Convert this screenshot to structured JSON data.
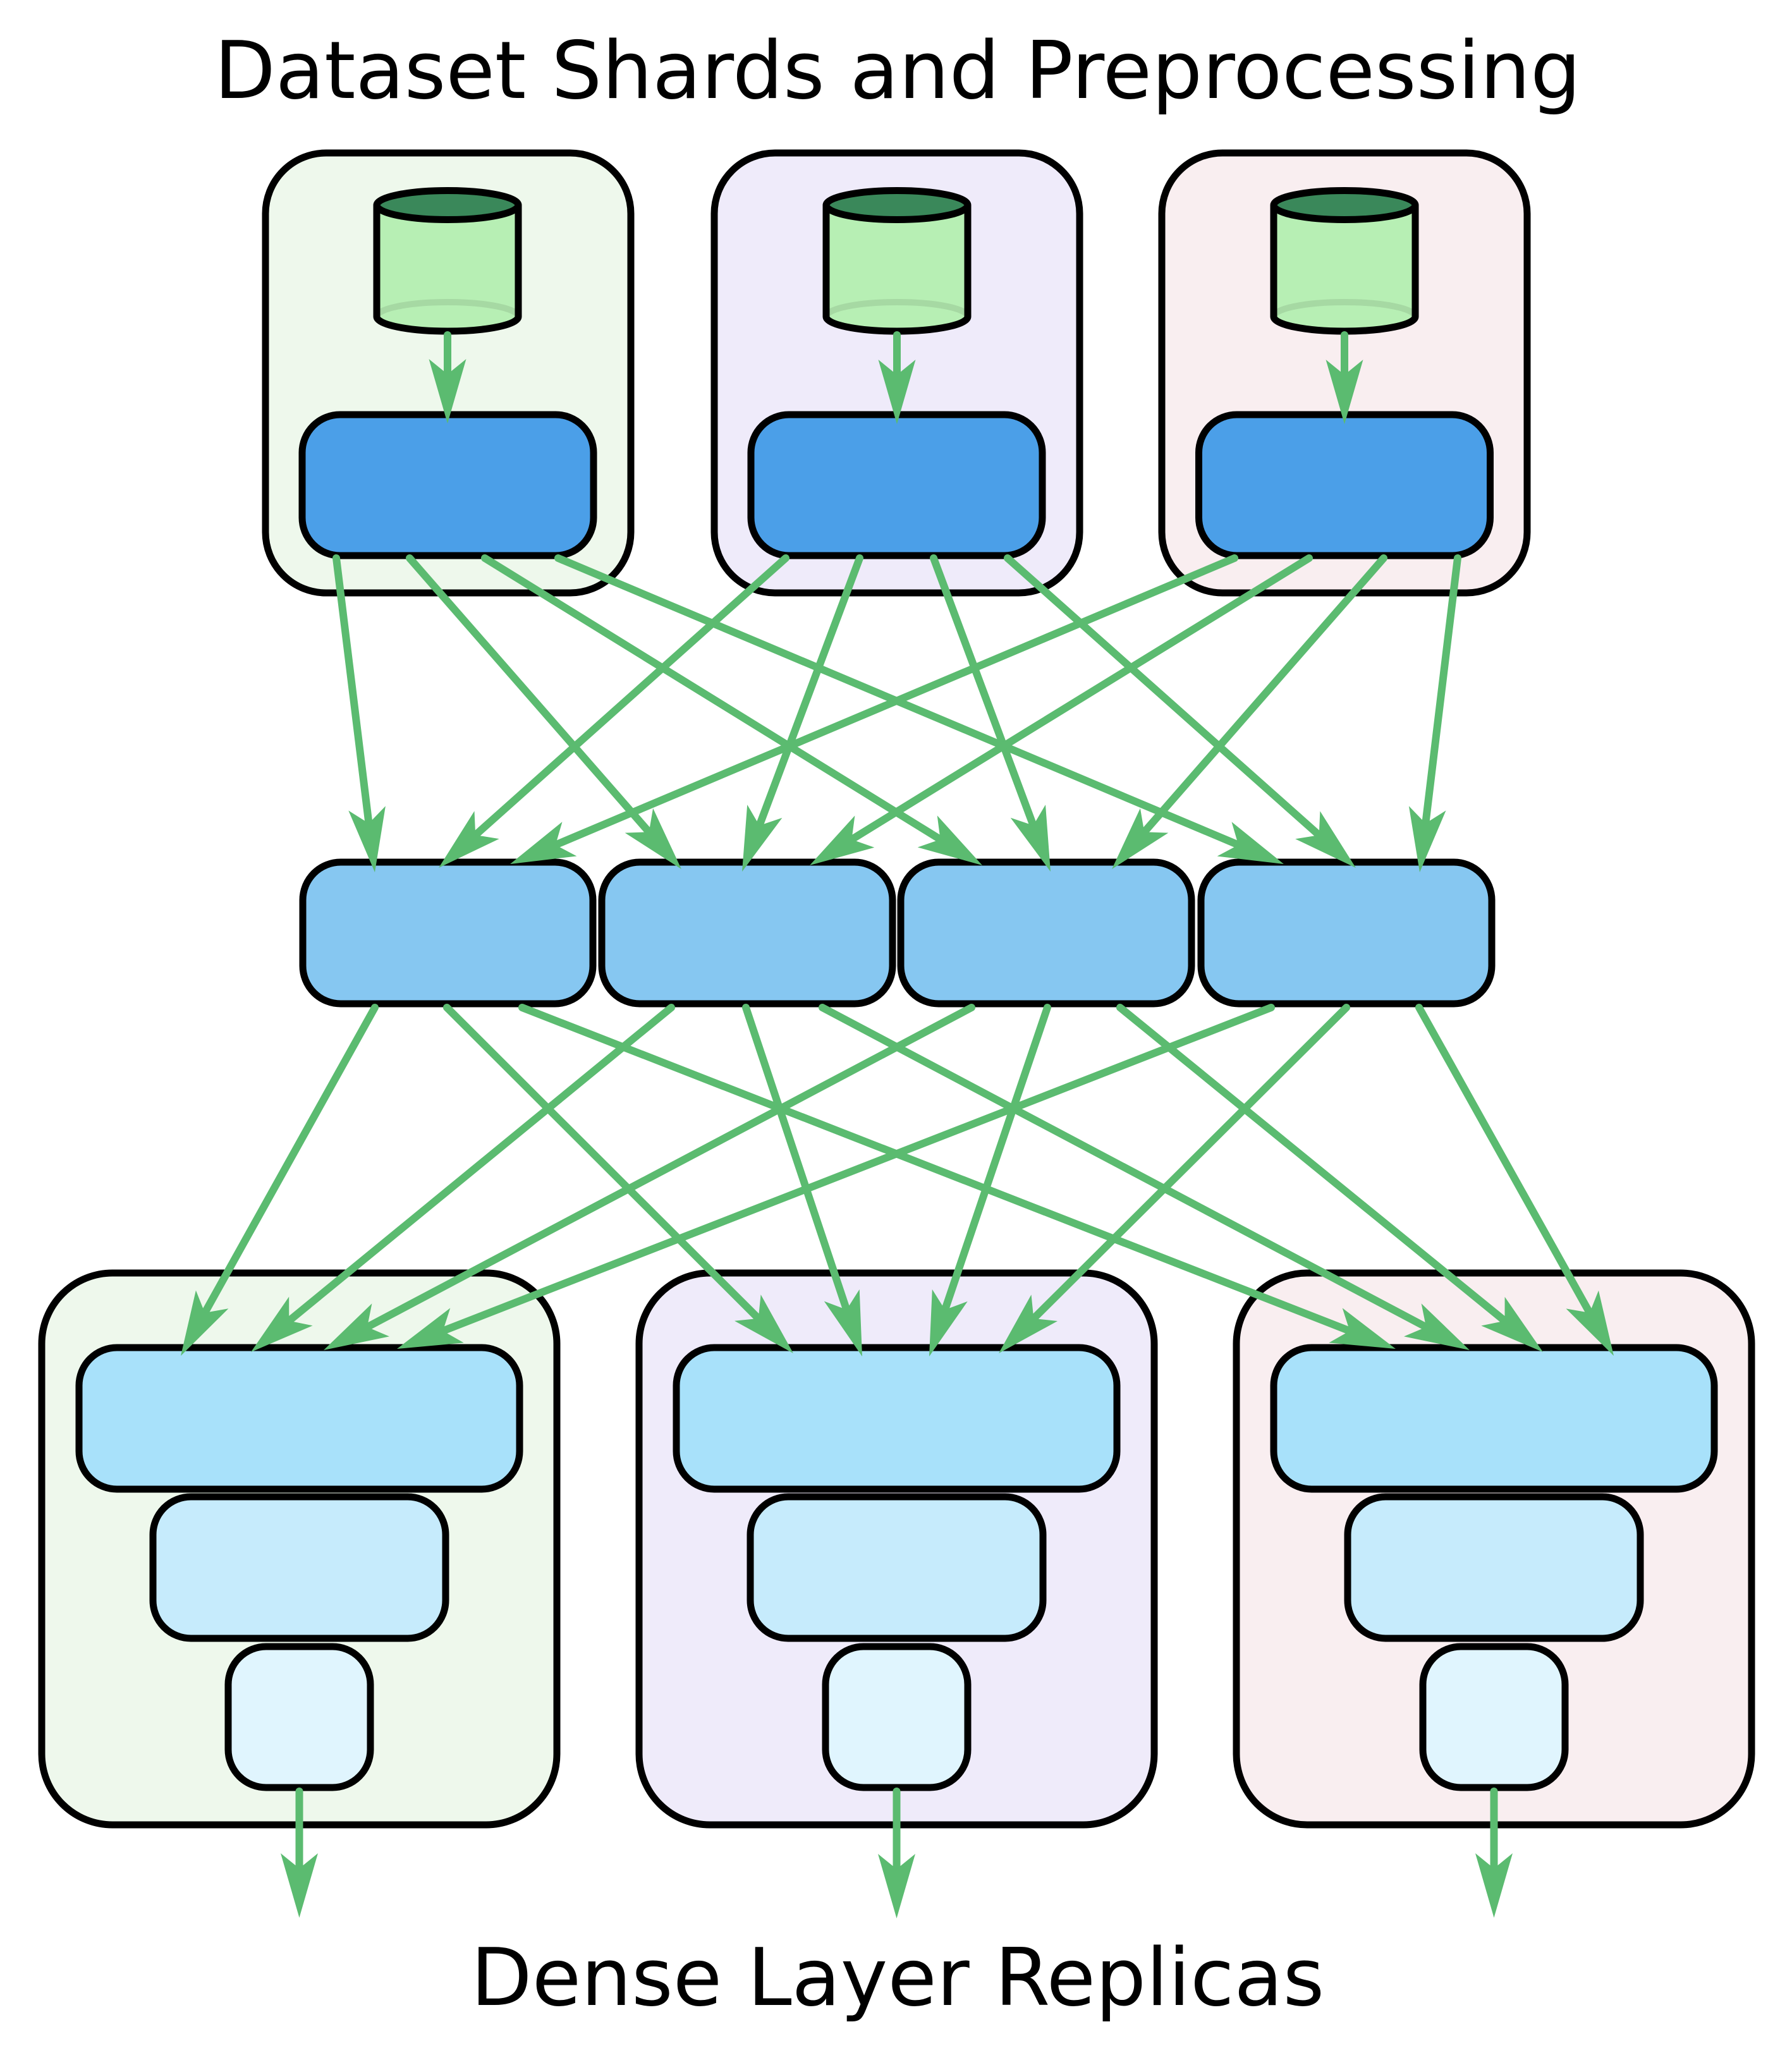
{
  "title": "Dataset Shards and Preprocessing",
  "footer_label": "Dense Layer Replicas",
  "colors": {
    "background": "#ffffff",
    "text": "#000000",
    "outline": "#000000",
    "edge": "#5bbb70",
    "dataset_top": "#3a885a",
    "dataset_body": "#b7efb4",
    "dataset_inner_rim": "#a6d9a3",
    "preprocess": "#4b9fe8",
    "middle": "#86c7f1",
    "dense_wide": "#a8e1fa",
    "dense_medium": "#c6ebfc",
    "dense_small": "#e0f5fe"
  },
  "shard_clusters": [
    {
      "id": "shard-1",
      "fill": "#eef8ec",
      "nodes": [
        {
          "id": "dataset-1",
          "shape": "cylinder"
        },
        {
          "id": "preprocess-1",
          "shape": "rounded-box"
        }
      ]
    },
    {
      "id": "shard-2",
      "fill": "#efebfa",
      "nodes": [
        {
          "id": "dataset-2",
          "shape": "cylinder"
        },
        {
          "id": "preprocess-2",
          "shape": "rounded-box"
        }
      ]
    },
    {
      "id": "shard-3",
      "fill": "#f9eef0",
      "nodes": [
        {
          "id": "dataset-3",
          "shape": "cylinder"
        },
        {
          "id": "preprocess-3",
          "shape": "rounded-box"
        }
      ]
    }
  ],
  "middle_row": [
    {
      "id": "middle-1",
      "shape": "rounded-box"
    },
    {
      "id": "middle-2",
      "shape": "rounded-box"
    },
    {
      "id": "middle-3",
      "shape": "rounded-box"
    },
    {
      "id": "middle-4",
      "shape": "rounded-box"
    }
  ],
  "replica_clusters": [
    {
      "id": "replica-1",
      "fill": "#eef8ec",
      "layers": [
        {
          "id": "replica-1-layer-1",
          "shape": "rounded-box"
        },
        {
          "id": "replica-1-layer-2",
          "shape": "rounded-box"
        },
        {
          "id": "replica-1-layer-3",
          "shape": "rounded-box"
        }
      ]
    },
    {
      "id": "replica-2",
      "fill": "#efebfa",
      "layers": [
        {
          "id": "replica-2-layer-1",
          "shape": "rounded-box"
        },
        {
          "id": "replica-2-layer-2",
          "shape": "rounded-box"
        },
        {
          "id": "replica-2-layer-3",
          "shape": "rounded-box"
        }
      ]
    },
    {
      "id": "replica-3",
      "fill": "#f9eef0",
      "layers": [
        {
          "id": "replica-3-layer-1",
          "shape": "rounded-box"
        },
        {
          "id": "replica-3-layer-2",
          "shape": "rounded-box"
        },
        {
          "id": "replica-3-layer-3",
          "shape": "rounded-box"
        }
      ]
    }
  ],
  "edges": [
    {
      "from": "dataset-1",
      "to": "preprocess-1"
    },
    {
      "from": "dataset-2",
      "to": "preprocess-2"
    },
    {
      "from": "dataset-3",
      "to": "preprocess-3"
    },
    {
      "from": "preprocess-1",
      "to": "middle-1"
    },
    {
      "from": "preprocess-1",
      "to": "middle-2"
    },
    {
      "from": "preprocess-1",
      "to": "middle-3"
    },
    {
      "from": "preprocess-1",
      "to": "middle-4"
    },
    {
      "from": "preprocess-2",
      "to": "middle-1"
    },
    {
      "from": "preprocess-2",
      "to": "middle-2"
    },
    {
      "from": "preprocess-2",
      "to": "middle-3"
    },
    {
      "from": "preprocess-2",
      "to": "middle-4"
    },
    {
      "from": "preprocess-3",
      "to": "middle-1"
    },
    {
      "from": "preprocess-3",
      "to": "middle-2"
    },
    {
      "from": "preprocess-3",
      "to": "middle-3"
    },
    {
      "from": "preprocess-3",
      "to": "middle-4"
    },
    {
      "from": "middle-1",
      "to": "replica-1-layer-1"
    },
    {
      "from": "middle-1",
      "to": "replica-2-layer-1"
    },
    {
      "from": "middle-1",
      "to": "replica-3-layer-1"
    },
    {
      "from": "middle-2",
      "to": "replica-1-layer-1"
    },
    {
      "from": "middle-2",
      "to": "replica-2-layer-1"
    },
    {
      "from": "middle-2",
      "to": "replica-3-layer-1"
    },
    {
      "from": "middle-3",
      "to": "replica-1-layer-1"
    },
    {
      "from": "middle-3",
      "to": "replica-2-layer-1"
    },
    {
      "from": "middle-3",
      "to": "replica-3-layer-1"
    },
    {
      "from": "middle-4",
      "to": "replica-1-layer-1"
    },
    {
      "from": "middle-4",
      "to": "replica-2-layer-1"
    },
    {
      "from": "middle-4",
      "to": "replica-3-layer-1"
    },
    {
      "from": "replica-1-layer-3",
      "to": null
    },
    {
      "from": "replica-2-layer-3",
      "to": null
    },
    {
      "from": "replica-3-layer-3",
      "to": null
    }
  ]
}
